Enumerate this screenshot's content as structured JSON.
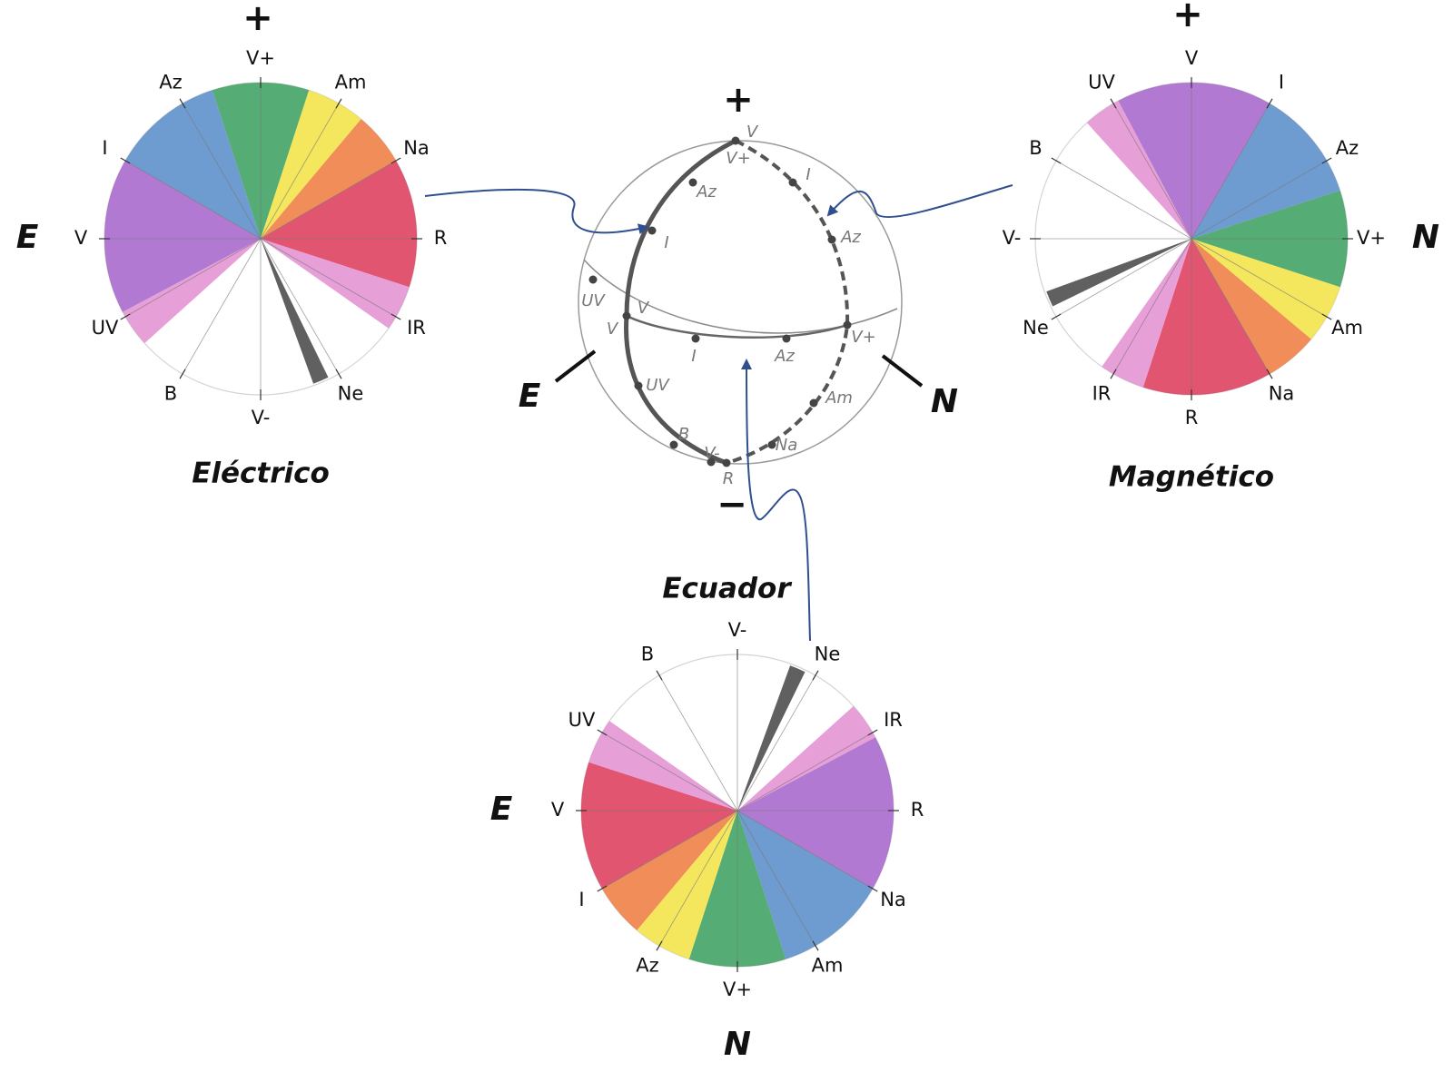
{
  "wheels": {
    "electric": {
      "title": "Eléctrico",
      "top_sign": "+",
      "side_letter": "E",
      "labels": [
        "V+",
        "Am",
        "Na",
        "R",
        "IR",
        "Ne",
        "V-",
        "B",
        "UV",
        "V",
        "I",
        "Az"
      ]
    },
    "magnetic": {
      "title": "Magnético",
      "top_sign": "+",
      "side_letter": "N",
      "labels": [
        "V",
        "I",
        "Az",
        "V+",
        "Am",
        "Na",
        "R",
        "IR",
        "Ne",
        "V-",
        "B",
        "UV"
      ]
    },
    "equator": {
      "title": "Ecuador",
      "left_letter": "E",
      "bottom_letter": "N",
      "labels": [
        "V-",
        "Ne",
        "IR",
        "R",
        "Na",
        "Am",
        "V+",
        "Az",
        "I",
        "V",
        "UV",
        "B"
      ]
    }
  },
  "sphere": {
    "top_sign": "+",
    "bottom_sign": "−",
    "left_letter": "E",
    "right_letter": "N",
    "labels": {
      "v_top": "V",
      "v_plus_top": "V+",
      "az_left": "Az",
      "i_left": "I",
      "i_right": "I",
      "az_right": "Az",
      "uv_left": "UV",
      "v_left_a": "V",
      "v_left_b": "V",
      "i_eq": "I",
      "az_eq": "Az",
      "v_plus_right": "V+",
      "uv_low": "UV",
      "am_right": "Am",
      "b_low": "B",
      "v_minus_low": "V-",
      "na_low": "Na",
      "r_low": "R"
    }
  },
  "colors": {
    "arrow": "#2f4f8f",
    "violet": "#a05cc8",
    "blue": "#4f86c6",
    "green": "#2f9a55",
    "yellow": "#f2e23a",
    "orange": "#ee7433",
    "red": "#dc2f52",
    "pink": "#e28ad0",
    "gray": "#444444"
  }
}
